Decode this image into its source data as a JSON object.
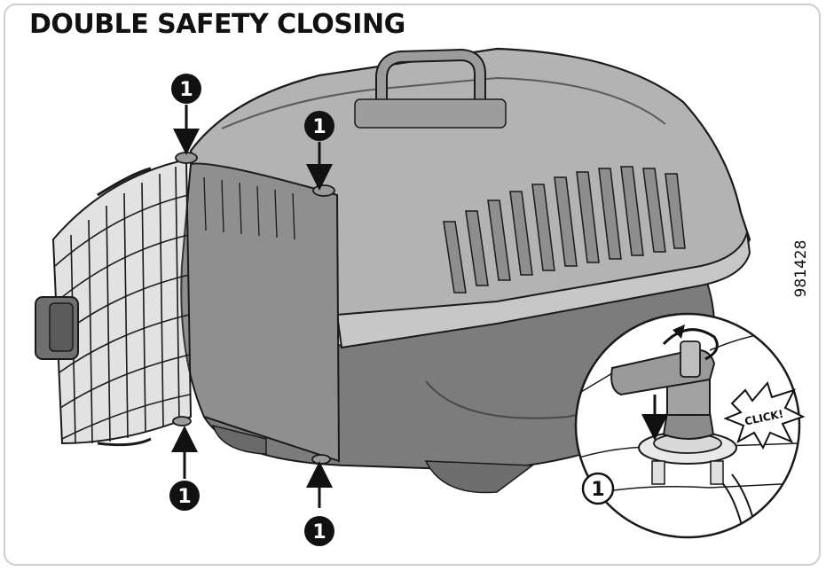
{
  "title": "DOUBLE SAFETY CLOSING",
  "reference_code": "981428",
  "callouts": {
    "marker_label": "1",
    "inset_marker_label": "1",
    "click_text": "CLICK!"
  },
  "colors": {
    "shell": "#a9a9a9",
    "shell_light": "#c4c4c4",
    "base": "#7f7f7f",
    "door": "#8a8a8a",
    "outline": "#1a1a1a"
  }
}
